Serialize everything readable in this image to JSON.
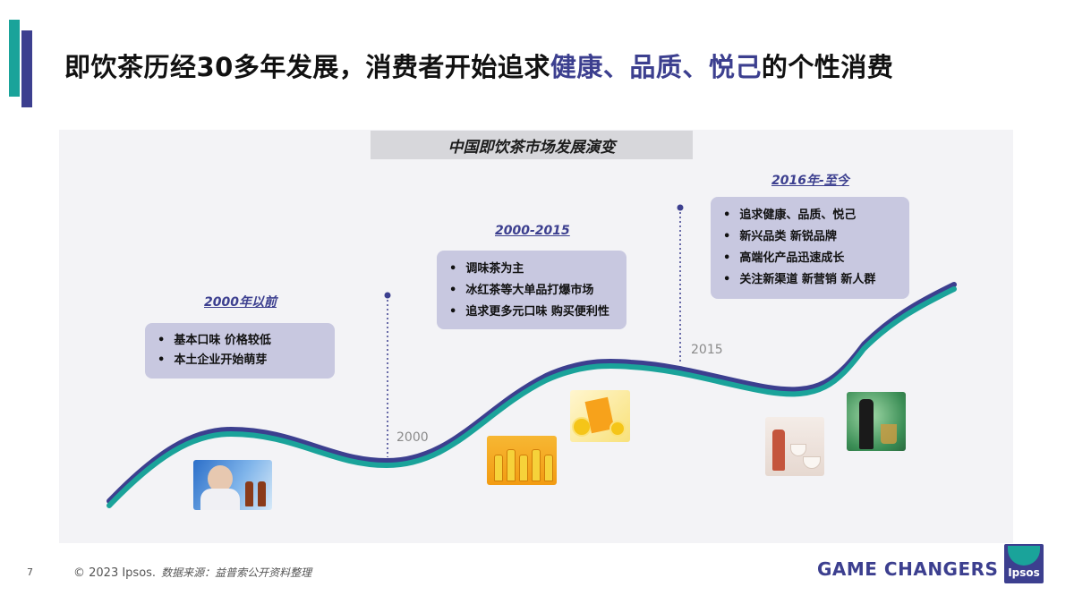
{
  "header": {
    "title_prefix": "即饮茶历经30多年发展，消费者开始追求",
    "title_highlight": "健康、品质、悦己",
    "title_suffix": "的个性消费"
  },
  "diagram": {
    "heading": "中国即饮茶市场发展演变",
    "eras": [
      {
        "label": "2000年以前",
        "points": [
          "基本口味 价格较低",
          "本土企业开始萌芽"
        ]
      },
      {
        "label": "2000-2015",
        "points": [
          "调味茶为主",
          "冰红茶等大单品打爆市场",
          "追求更多元口味 购买便利性"
        ]
      },
      {
        "label": "2016年-至今",
        "points": [
          "追求健康、品质、悦己",
          "新兴品类 新锐品牌",
          "高端化产品迅速成长",
          "关注新渠道 新营销 新人群"
        ]
      }
    ],
    "milestones": [
      "2000",
      "2015"
    ]
  },
  "footer": {
    "page_number": "7",
    "copyright": "© 2023 Ipsos.",
    "source": "数据来源：益普索公开资料整理",
    "tagline": "GAME CHANGERS",
    "logo_text": "Ipsos"
  },
  "colors": {
    "navy": "#3c3f8f",
    "teal": "#1aa39a",
    "box": "#c8c8e0",
    "panel": "#f3f3f6"
  }
}
